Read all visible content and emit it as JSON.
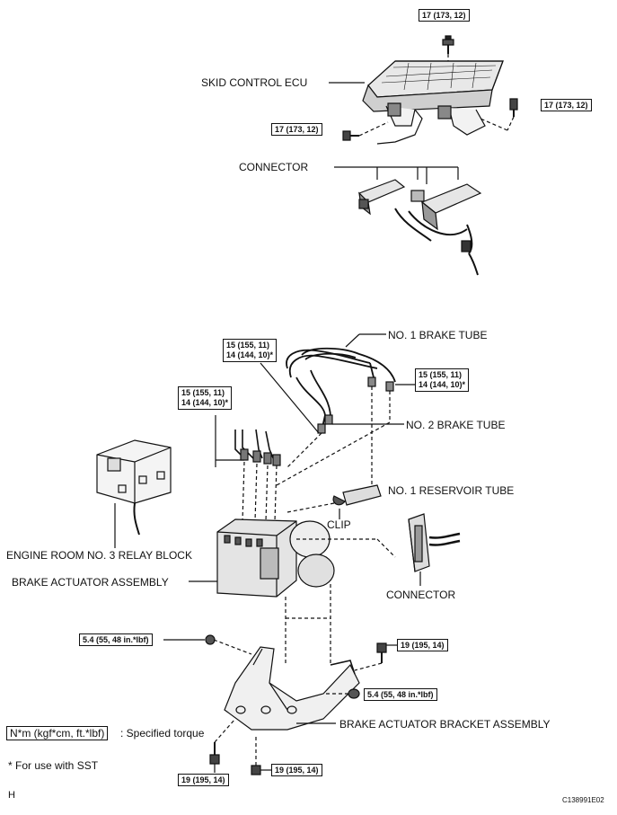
{
  "labels": {
    "skid_control_ecu": "SKID CONTROL ECU",
    "connector_top": "CONNECTOR",
    "no1_brake_tube": "NO. 1 BRAKE TUBE",
    "no2_brake_tube": "NO. 2 BRAKE TUBE",
    "no1_reservoir_tube": "NO. 1 RESERVOIR TUBE",
    "clip": "CLIP",
    "engine_room_relay_block": "ENGINE ROOM NO. 3 RELAY BLOCK",
    "brake_actuator_assembly": "BRAKE ACTUATOR ASSEMBLY",
    "connector_right": "CONNECTOR",
    "brake_actuator_bracket": "BRAKE ACTUATOR BRACKET ASSEMBLY"
  },
  "torques": {
    "ecu_top": "17 (173, 12)",
    "ecu_right": "17 (173, 12)",
    "ecu_left": "17 (173, 12)",
    "tube1_left_a": "15 (155, 11)",
    "tube1_left_b": "14 (144, 10)*",
    "tube1_right_a": "15 (155, 11)",
    "tube1_right_b": "14 (144, 10)*",
    "tube2_left_a": "15 (155, 11)",
    "tube2_left_b": "14 (144, 10)*",
    "bracket_nut_left": "5.4 (55, 48 in.*lbf)",
    "bracket_bolt_right": "19 (195, 14)",
    "bracket_nut_right": "5.4 (55, 48 in.*lbf)",
    "bracket_bolt_bottom_left": "19 (195, 14)",
    "bracket_bolt_bottom_right": "19 (195, 14)"
  },
  "legend": {
    "unit_box": "N*m (kgf*cm, ft.*lbf)",
    "unit_desc": ": Specified torque",
    "sst_note": "* For use with SST"
  },
  "footer": {
    "page_letter": "H",
    "figure_code": "C138991E02"
  }
}
